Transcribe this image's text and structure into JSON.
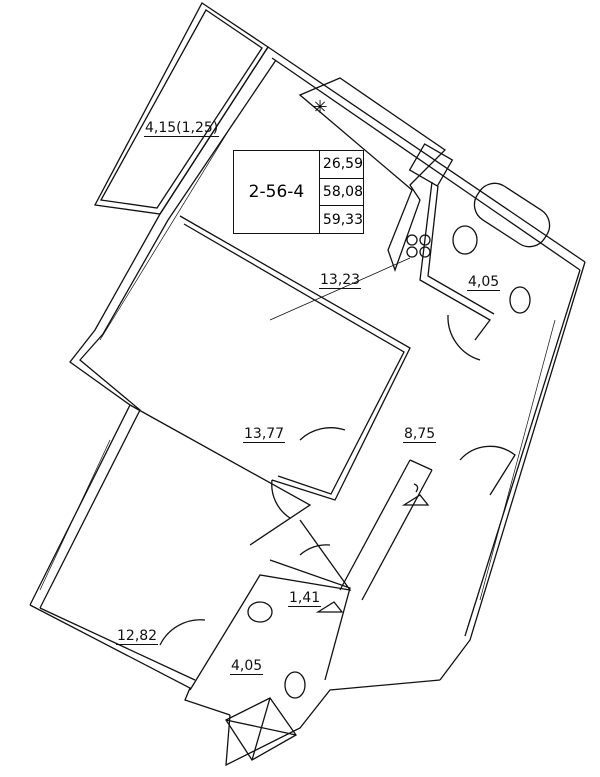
{
  "apartment": {
    "code": "2-56-4",
    "areas": [
      "26,59",
      "58,08",
      "59,33"
    ]
  },
  "rooms": {
    "balcony": "4,15(1,25)",
    "kitchen_living": "13,23",
    "bathroom_top": "4,05",
    "bedroom_1": "13,77",
    "hall": "8,75",
    "wardrobe": "1,41",
    "bedroom_2": "12,82",
    "bathroom_bottom": "4,05"
  }
}
